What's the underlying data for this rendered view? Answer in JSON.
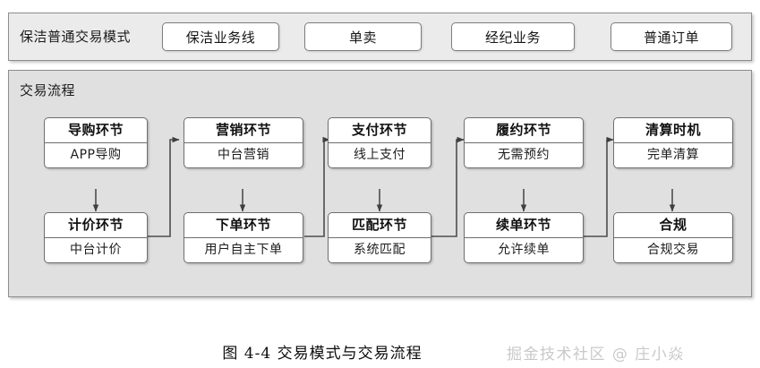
{
  "mode_bar": {
    "label": "保洁普通交易模式",
    "chips": [
      {
        "label": "保洁业务线"
      },
      {
        "label": "单卖"
      },
      {
        "label": "经纪业务"
      },
      {
        "label": "普通订单"
      }
    ]
  },
  "flow": {
    "title": "交易流程",
    "columns": [
      {
        "top": {
          "title": "导购环节",
          "sub": "APP导购"
        },
        "bottom": {
          "title": "计价环节",
          "sub": "中台计价"
        }
      },
      {
        "top": {
          "title": "营销环节",
          "sub": "中台营销"
        },
        "bottom": {
          "title": "下单环节",
          "sub": "用户自主下单"
        }
      },
      {
        "top": {
          "title": "支付环节",
          "sub": "线上支付"
        },
        "bottom": {
          "title": "匹配环节",
          "sub": "系统匹配"
        }
      },
      {
        "top": {
          "title": "履约环节",
          "sub": "无需预约"
        },
        "bottom": {
          "title": "续单环节",
          "sub": "允许续单"
        }
      },
      {
        "top": {
          "title": "清算时机",
          "sub": "完单清算"
        },
        "bottom": {
          "title": "合规",
          "sub": "合规交易"
        }
      }
    ]
  },
  "caption": {
    "text": "图 4-4 交易模式与交易流程",
    "watermark": "掘金技术社区 @ 庄小焱"
  },
  "colors": {
    "panel_bg": "#e0e0e0",
    "mode_bg": "#ebebeb",
    "node_bg": "#ffffff",
    "border": "#6e6e6e",
    "connector": "#4d4d4d"
  }
}
